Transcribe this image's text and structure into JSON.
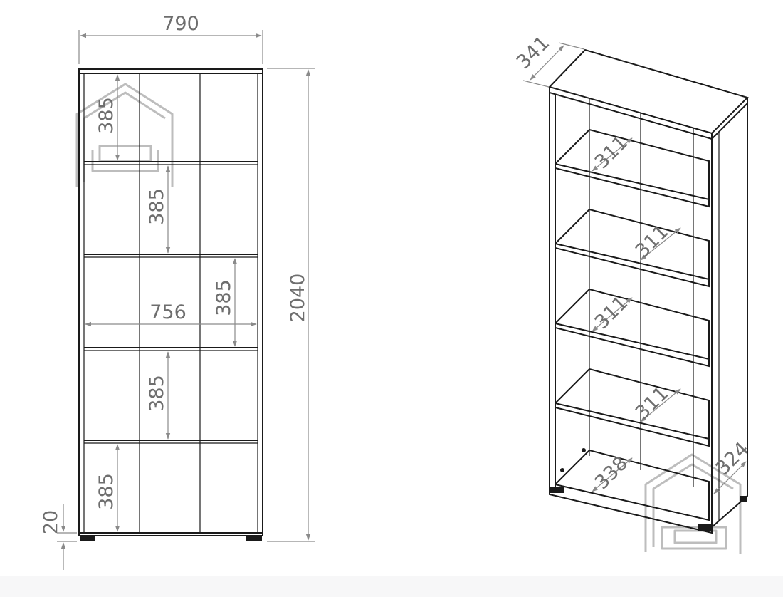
{
  "front_view": {
    "width_label": "790",
    "height_label": "2040",
    "inner_width_label": "756",
    "plinth_label": "20",
    "compartment_labels": [
      "385",
      "385",
      "385",
      "385",
      "385"
    ]
  },
  "perspective_view": {
    "depth_label": "341",
    "shelf_depth_labels": [
      "311",
      "311",
      "311",
      "311"
    ],
    "bottom_depth_label": "338",
    "side_depth_label": "324"
  },
  "colors": {
    "line": "#1a1a1a",
    "dimension": "#8a8a8a",
    "text": "#6e6e6e",
    "watermark": "#bdbdbd"
  },
  "icons": [
    "sofa-house-watermark-icon"
  ]
}
